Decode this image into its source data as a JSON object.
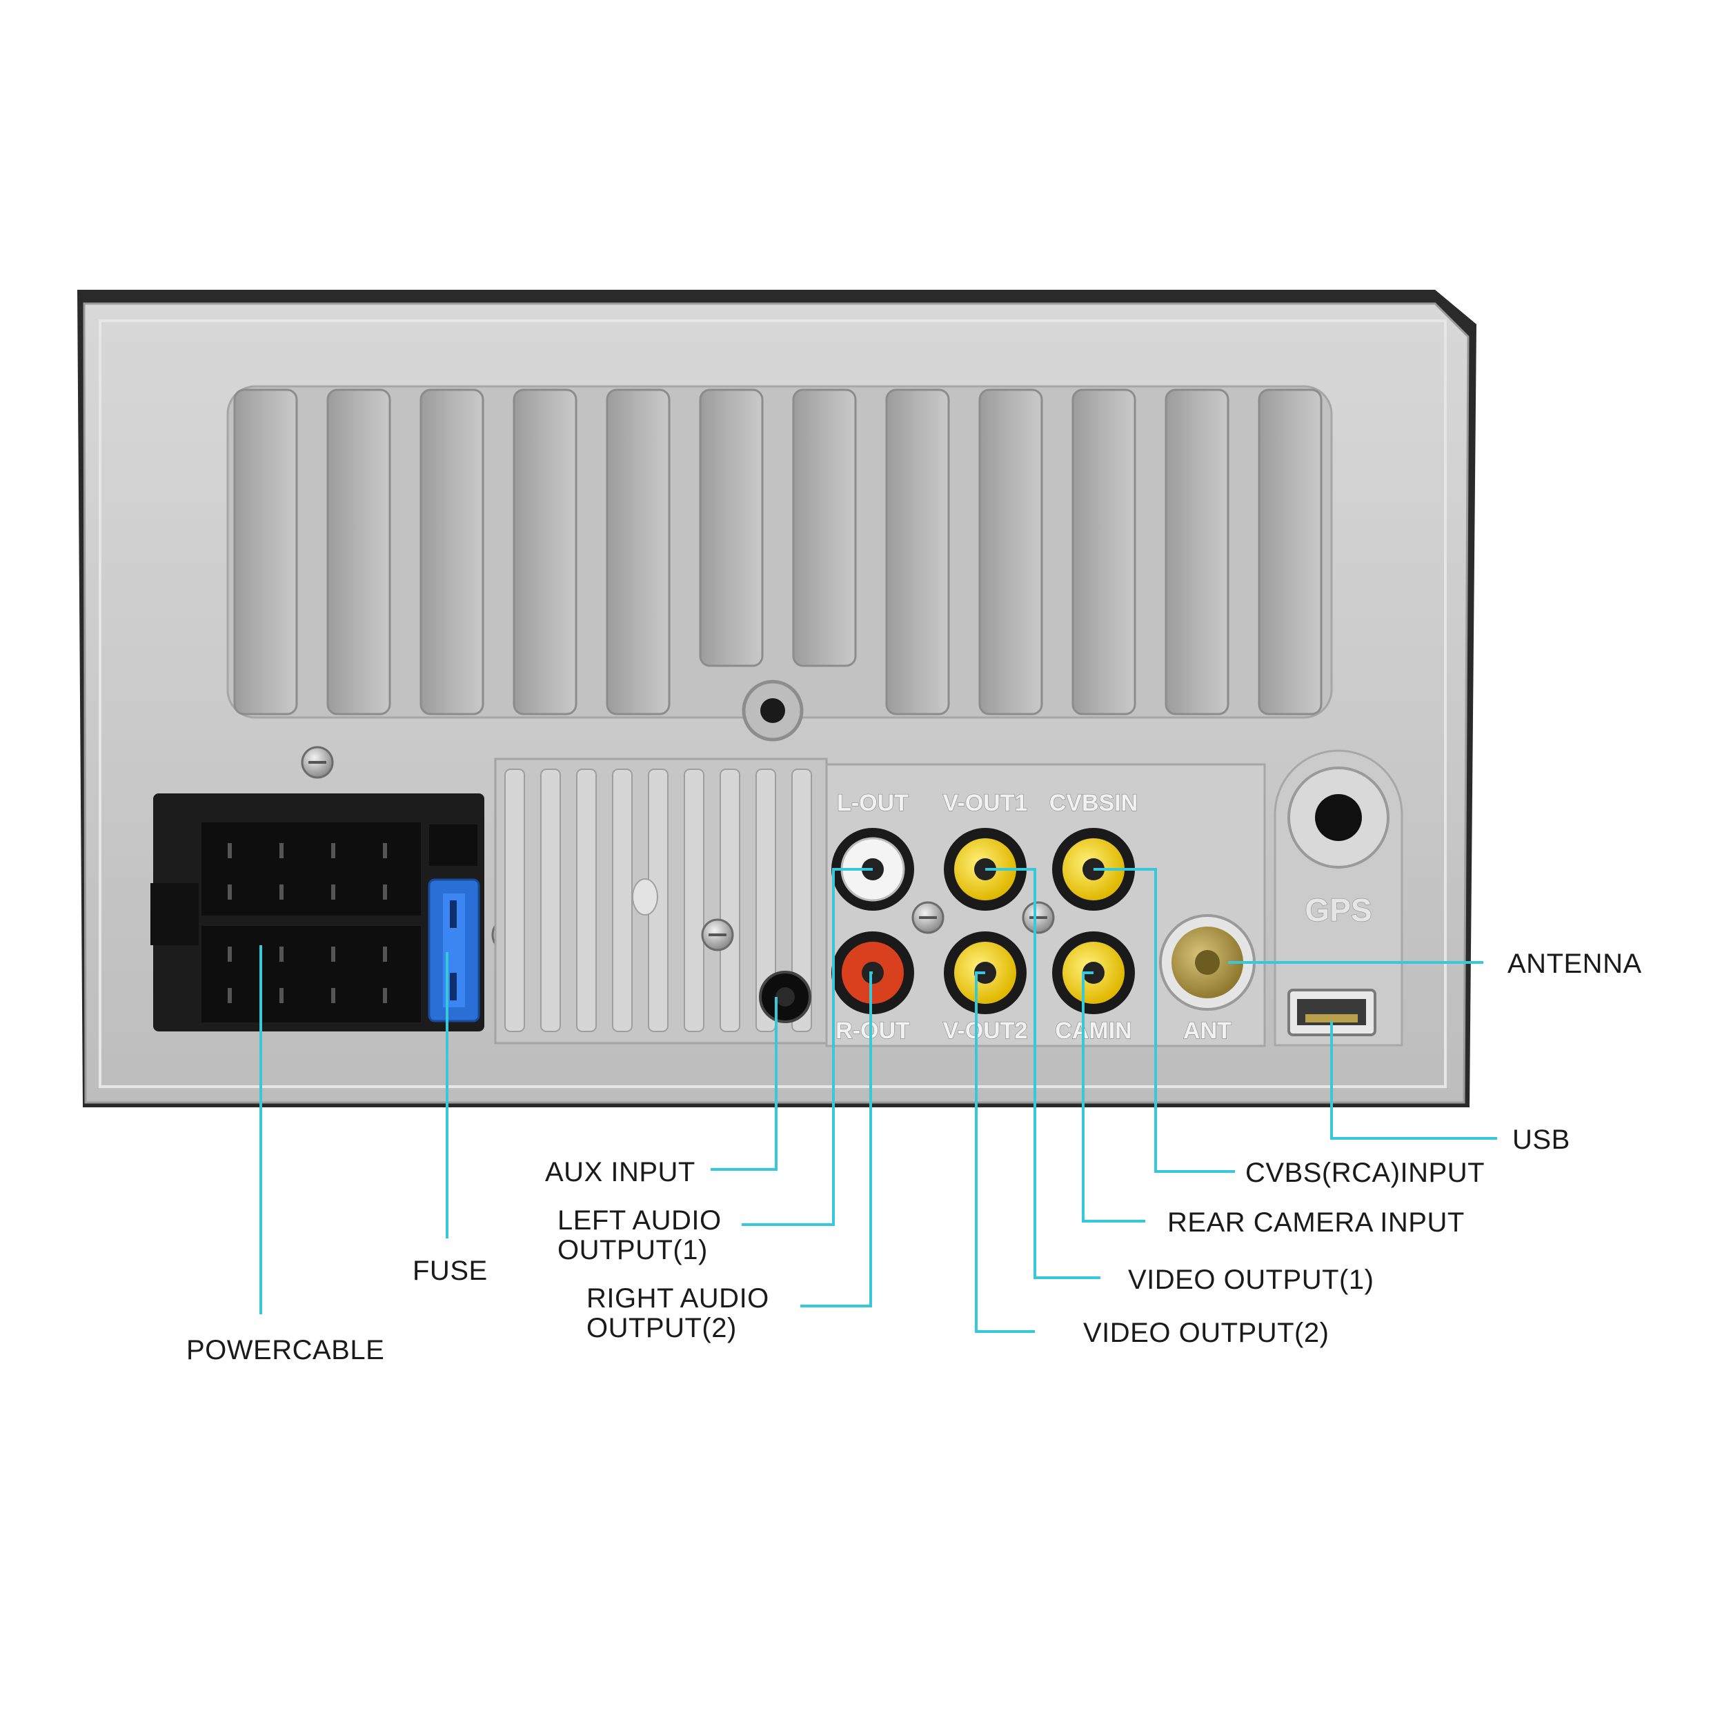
{
  "colors": {
    "leader": "#36c9dc",
    "panel": "#c9c9c9",
    "rca_yellow": "#f3d21a",
    "rca_red": "#d9401e",
    "rca_white": "#f4f4f4",
    "fuse_blue": "#2a6fd6",
    "antenna_gold": "#b9a04a"
  },
  "ports": {
    "l_out": "L-OUT",
    "v_out1": "V-OUT1",
    "cvbs_in": "CVBSIN",
    "r_out": "R-OUT",
    "v_out2": "V-OUT2",
    "cam_in": "CAMIN",
    "ant": "ANT",
    "gps": "GPS"
  },
  "callouts": {
    "antenna": "ANTENNA",
    "usb": "USB",
    "cvbs_input": "CVBS(RCA)INPUT",
    "rear_camera_input": "REAR CAMERA INPUT",
    "video_output_1": "VIDEO OUTPUT(1)",
    "video_output_2": "VIDEO OUTPUT(2)",
    "aux_input": "AUX INPUT",
    "left_audio_line1": "LEFT AUDIO",
    "left_audio_line2": "OUTPUT(1)",
    "right_audio_line1": "RIGHT AUDIO",
    "right_audio_line2": "OUTPUT(2)",
    "fuse": "FUSE",
    "powercable": "POWERCABLE"
  }
}
